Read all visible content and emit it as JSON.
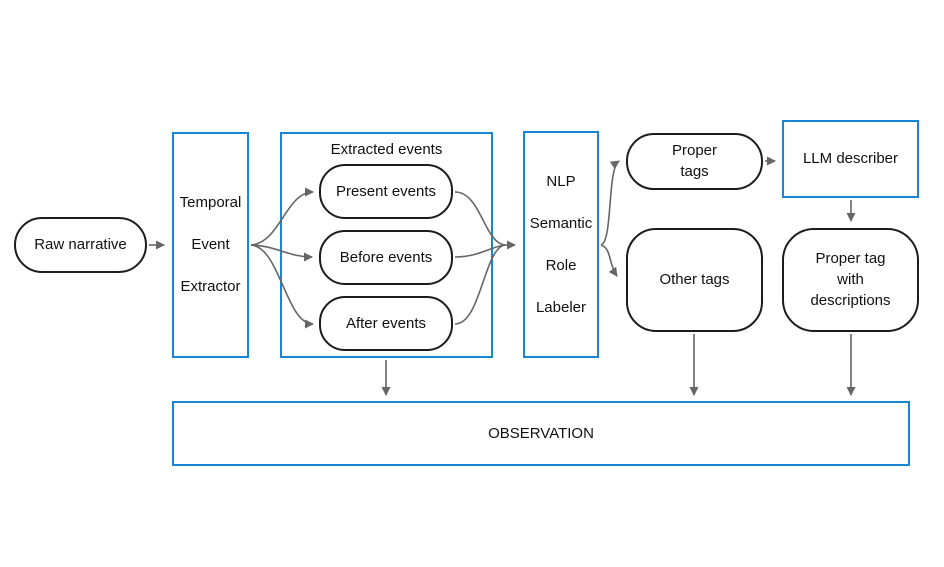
{
  "colors": {
    "box_border_blue": "#1a86d1",
    "node_border_black": "#1c1c1c",
    "arrow_gray": "#666666",
    "background": "#ffffff",
    "text": "#111111"
  },
  "nodes": {
    "raw_narrative": {
      "label": "Raw narrative"
    },
    "temporal_event_extractor": {
      "lines": [
        "Temporal",
        "Event",
        "Extractor"
      ]
    },
    "extracted_events": {
      "title": "Extracted events",
      "items": [
        {
          "label": "Present events"
        },
        {
          "label": "Before events"
        },
        {
          "label": "After events"
        }
      ]
    },
    "nlp_semantic_role_labeler": {
      "lines": [
        "NLP",
        "Semantic",
        "Role",
        "Labeler"
      ]
    },
    "proper_tags": {
      "lines": [
        "Proper",
        "tags"
      ]
    },
    "other_tags": {
      "label": "Other tags"
    },
    "llm_describer": {
      "label": "LLM describer"
    },
    "proper_tag_with_descriptions": {
      "lines": [
        "Proper tag",
        "with",
        "descriptions"
      ]
    },
    "observation": {
      "label": "OBSERVATION"
    }
  },
  "edges": [
    {
      "from": "Raw narrative",
      "to": "Temporal Event Extractor"
    },
    {
      "from": "Temporal Event Extractor",
      "to": "Present events"
    },
    {
      "from": "Temporal Event Extractor",
      "to": "Before events"
    },
    {
      "from": "Temporal Event Extractor",
      "to": "After events"
    },
    {
      "from": "Present events",
      "to": "NLP Semantic Role Labeler"
    },
    {
      "from": "Before events",
      "to": "NLP Semantic Role Labeler"
    },
    {
      "from": "After events",
      "to": "NLP Semantic Role Labeler"
    },
    {
      "from": "NLP Semantic Role Labeler",
      "to": "Proper tags"
    },
    {
      "from": "NLP Semantic Role Labeler",
      "to": "Other tags"
    },
    {
      "from": "Proper tags",
      "to": "LLM describer"
    },
    {
      "from": "LLM describer",
      "to": "Proper tag with descriptions"
    },
    {
      "from": "Extracted events",
      "to": "OBSERVATION"
    },
    {
      "from": "Other tags",
      "to": "OBSERVATION"
    },
    {
      "from": "Proper tag with descriptions",
      "to": "OBSERVATION"
    }
  ]
}
